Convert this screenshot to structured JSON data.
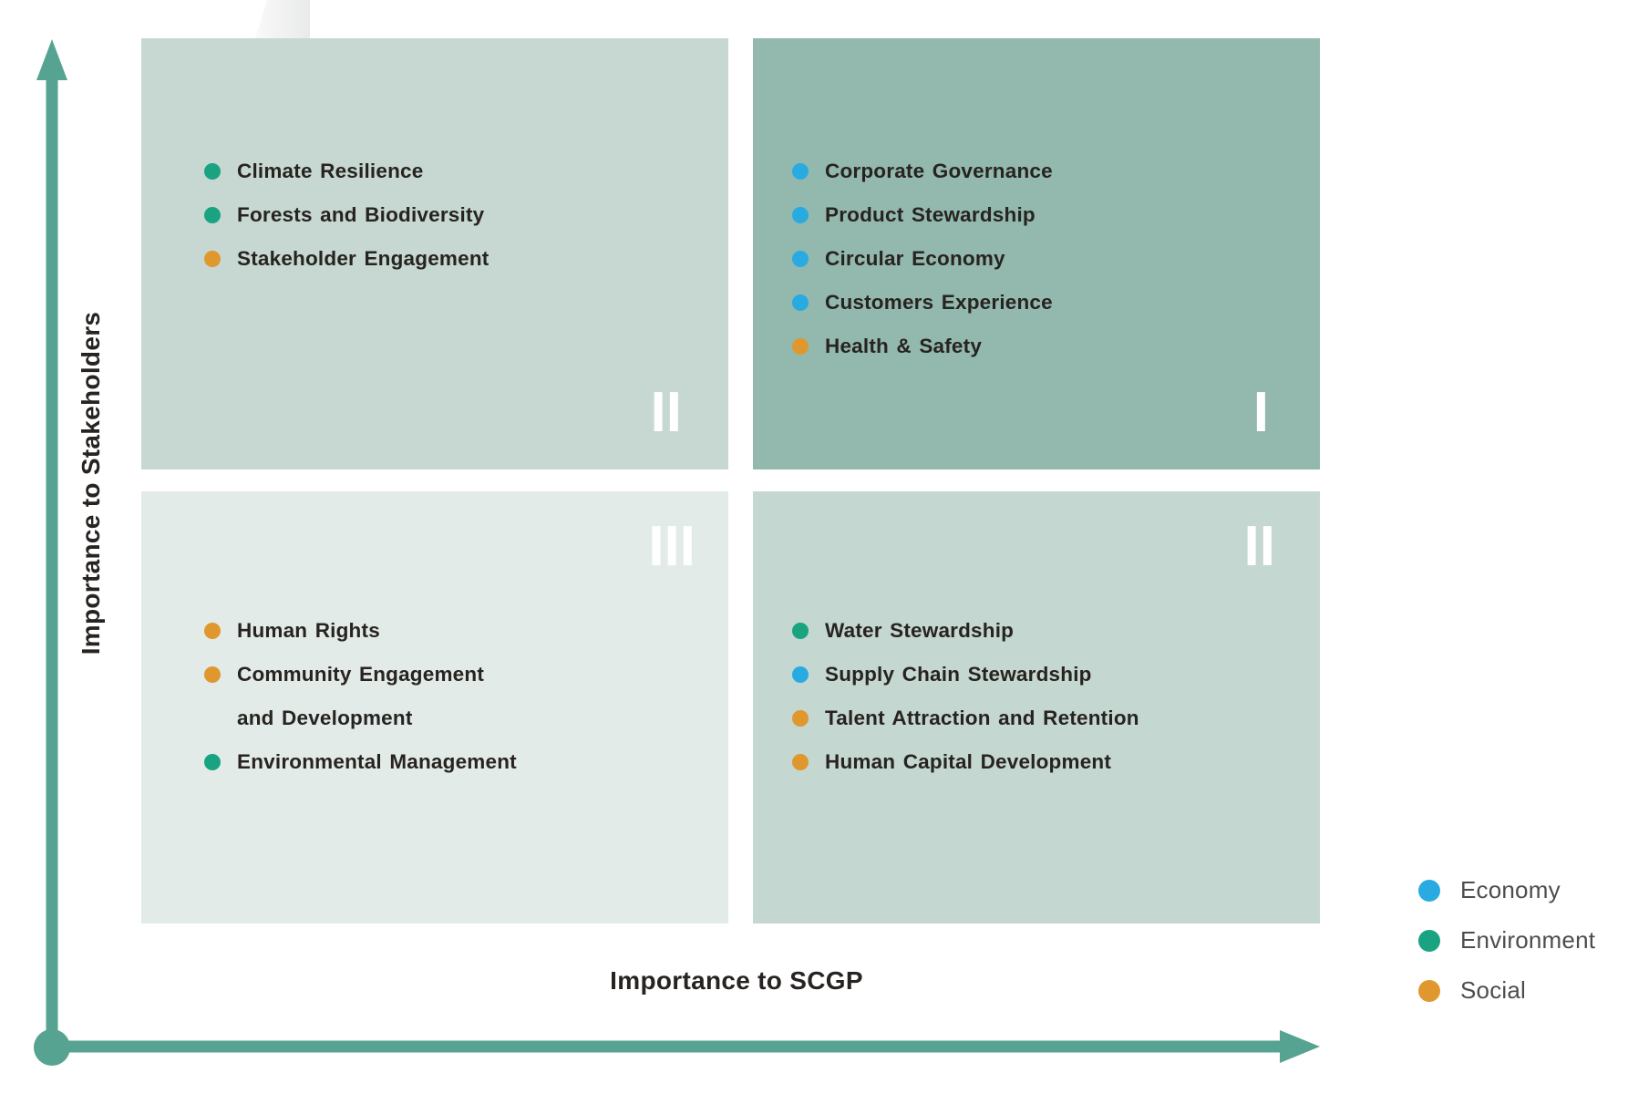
{
  "matrix": {
    "x_axis_label": "Importance to SCGP",
    "y_axis_label": "Importance to Stakeholders",
    "quadrants": [
      {
        "position": "top-left",
        "numeral": "II",
        "color_key": "quadrant_top_left",
        "items": [
          {
            "lines": [
              "Climate Resilience"
            ],
            "category": "environment"
          },
          {
            "lines": [
              "Forests and Biodiversity"
            ],
            "category": "environment"
          },
          {
            "lines": [
              "Stakeholder Engagement"
            ],
            "category": "social"
          }
        ]
      },
      {
        "position": "top-right",
        "numeral": "I",
        "color_key": "quadrant_top_right",
        "items": [
          {
            "lines": [
              "Corporate Governance"
            ],
            "category": "economy"
          },
          {
            "lines": [
              "Product Stewardship"
            ],
            "category": "economy"
          },
          {
            "lines": [
              "Circular Economy"
            ],
            "category": "economy"
          },
          {
            "lines": [
              "Customers Experience"
            ],
            "category": "economy"
          },
          {
            "lines": [
              "Health & Safety"
            ],
            "category": "social"
          }
        ]
      },
      {
        "position": "bottom-left",
        "numeral": "III",
        "color_key": "quadrant_bottom_left",
        "items": [
          {
            "lines": [
              "Human Rights"
            ],
            "category": "social"
          },
          {
            "lines": [
              "Community Engagement",
              "and Development"
            ],
            "category": "social"
          },
          {
            "lines": [
              "Environmental Management"
            ],
            "category": "environment"
          }
        ]
      },
      {
        "position": "bottom-right",
        "numeral": "II",
        "color_key": "quadrant_bottom_right",
        "items": [
          {
            "lines": [
              "Water Stewardship"
            ],
            "category": "environment"
          },
          {
            "lines": [
              "Supply Chain Stewardship"
            ],
            "category": "economy"
          },
          {
            "lines": [
              "Talent Attraction and Retention"
            ],
            "category": "social"
          },
          {
            "lines": [
              "Human Capital Development"
            ],
            "category": "social"
          }
        ]
      }
    ]
  },
  "legend": [
    {
      "label": "Economy",
      "category": "economy"
    },
    {
      "label": "Environment",
      "category": "environment"
    },
    {
      "label": "Social",
      "category": "social"
    }
  ],
  "colors": {
    "axis": "#57a392",
    "quadrant_top_left": "#c6d8d1",
    "quadrant_top_right": "#93b8ae",
    "quadrant_bottom_left": "#e3ebe8",
    "quadrant_bottom_right": "#c4d7d0",
    "economy": "#29abe2",
    "environment": "#1aa381",
    "social": "#e0972e"
  }
}
